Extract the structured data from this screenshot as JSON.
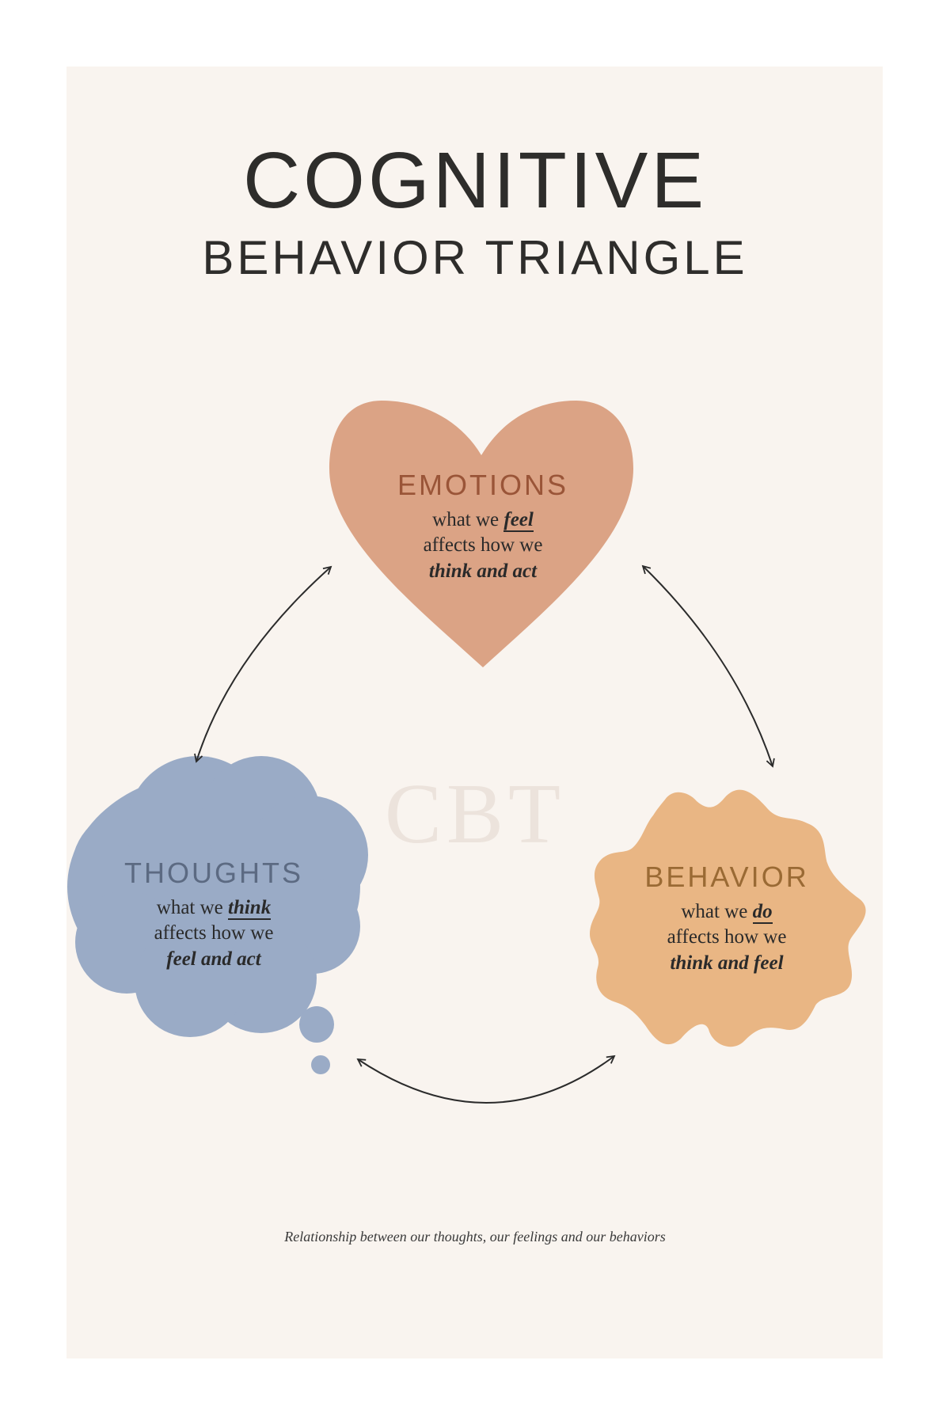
{
  "title": {
    "main": "COGNITIVE",
    "sub": "BEHAVIOR TRIANGLE"
  },
  "watermark": "CBT",
  "nodes": {
    "emotions": {
      "heading": "EMOTIONS",
      "line1_pre": "what we ",
      "line1_key": "feel",
      "line2": "affects how we",
      "line3": "think and act",
      "color": "#dba385"
    },
    "thoughts": {
      "heading": "THOUGHTS",
      "line1_pre": "what we ",
      "line1_key": "think",
      "line2": "affects how we",
      "line3": "feel and act",
      "color": "#9aabc6"
    },
    "behavior": {
      "heading": "BEHAVIOR",
      "line1_pre": "what we ",
      "line1_key": "do",
      "line2": "affects how we",
      "line3": "think and feel",
      "color": "#e9b684"
    }
  },
  "caption": "Relationship between our thoughts, our feelings and our behaviors"
}
